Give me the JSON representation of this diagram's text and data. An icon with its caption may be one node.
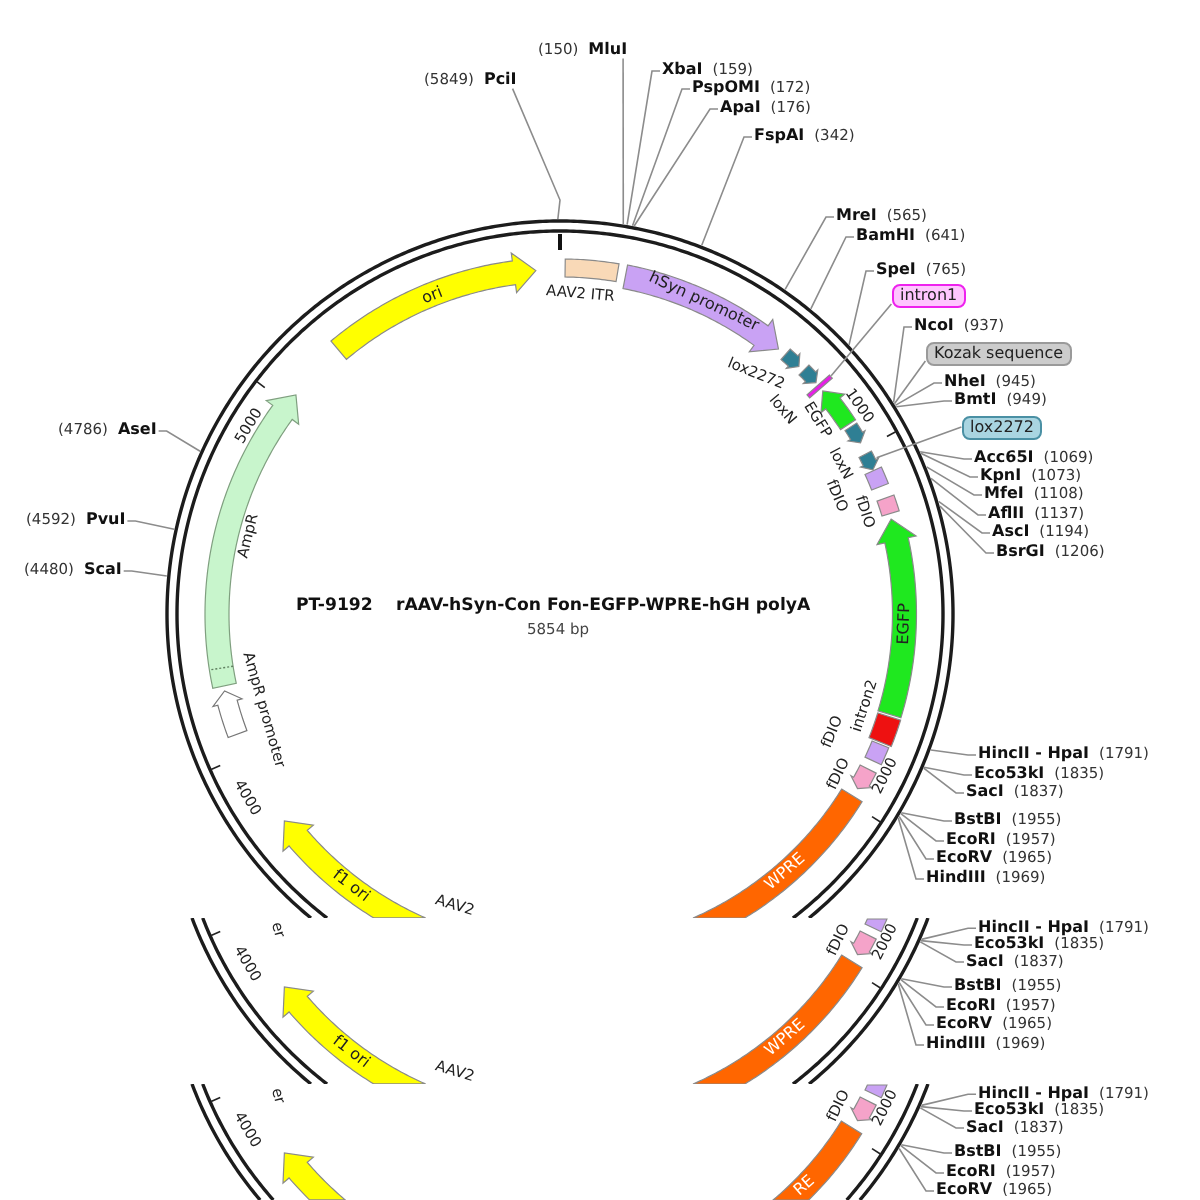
{
  "diagram": {
    "nodes": [
      {
        "text": [
          "ori"
        ]
      },
      {
        "text": [],
        "shape": "box",
        "beside": [
          "AAV2 ITR"
        ]
      },
      {
        "text": [
          "hSyn promoter"
        ]
      },
      {
        "text": [],
        "shape": "arrow",
        "beside": [
          "lox2272"
        ]
      },
      {
        "text": [],
        "shape": "arrow",
        "beside": [
          "loxN"
        ]
      },
      {
        "text": [],
        "shape": "bar"
      },
      {
        "text": [],
        "shape": "arrow",
        "beside": [
          "EGFP"
        ]
      },
      {
        "text": [],
        "shape": "arrow",
        "beside": [
          "loxN"
        ]
      },
      {
        "text": [],
        "shape": "arrow"
      },
      {
        "text": [],
        "shape": "box",
        "beside": [
          "fDIO"
        ]
      },
      {
        "text": [],
        "shape": "box",
        "beside": [
          "fDIO"
        ]
      },
      {
        "text": [
          "EGFP"
        ]
      },
      {
        "text": [],
        "shape": "box",
        "beside": [
          "intron2"
        ]
      },
      {
        "text": [],
        "shape": "box",
        "beside": [
          "fDIO"
        ]
      },
      {
        "text": [],
        "shape": "arrow",
        "beside": [
          "fDIO"
        ]
      },
      {
        "text": [
          "WPRE"
        ]
      },
      {
        "text": [
          "f1 ori"
        ]
      },
      {
        "text": [],
        "shape": "arrow",
        "beside": [
          "AmpR promoter"
        ]
      },
      {
        "text": [],
        "shape": "arrow",
        "beside": [
          "AmpR"
        ]
      },
      {
        "text": [
          "intron1"
        ]
      },
      {
        "text": [
          "Kozak sequence"
        ]
      },
      {
        "text": [
          "lox2272"
        ]
      },
      {
        "text": [
          "(5849)",
          "PciI"
        ]
      },
      {
        "text": [
          "(150)",
          "MluI"
        ]
      },
      {
        "text": [
          "XbaI",
          "(159)"
        ]
      },
      {
        "text": [
          "PspOMI",
          "(172)"
        ]
      },
      {
        "text": [
          "ApaI",
          "(176)"
        ]
      },
      {
        "text": [
          "FspAI",
          "(342)"
        ]
      },
      {
        "text": [
          "MreI",
          "(565)"
        ]
      },
      {
        "text": [
          "BamHI",
          "(641)"
        ]
      },
      {
        "text": [
          "SpeI",
          "(765)"
        ]
      },
      {
        "text": [
          "NcoI",
          "(937)"
        ]
      },
      {
        "text": [
          "NheI",
          "(945)"
        ]
      },
      {
        "text": [
          "BmtI",
          "(949)"
        ]
      },
      {
        "text": [
          "Acc65I",
          "(1069)"
        ]
      },
      {
        "text": [
          "KpnI",
          "(1073)"
        ]
      },
      {
        "text": [
          "MfeI",
          "(1108)"
        ]
      },
      {
        "text": [
          "AflII",
          "(1137)"
        ]
      },
      {
        "text": [
          "AscI",
          "(1194)"
        ]
      },
      {
        "text": [
          "BsrGI",
          "(1206)"
        ]
      },
      {
        "text": [
          "HincII - HpaI",
          "(1791)"
        ]
      },
      {
        "text": [
          "Eco53kI",
          "(1835)"
        ]
      },
      {
        "text": [
          "SacI",
          "(1837)"
        ]
      },
      {
        "text": [
          "BstBI",
          "(1955)"
        ]
      },
      {
        "text": [
          "EcoRI",
          "(1957)"
        ]
      },
      {
        "text": [
          "EcoRV",
          "(1965)"
        ]
      },
      {
        "text": [
          "HindIII",
          "(1969)"
        ]
      },
      {
        "text": [
          "(4786)",
          "AseI"
        ]
      },
      {
        "text": [
          "(4592)",
          "PvuI"
        ]
      },
      {
        "text": [
          "(4480)",
          "ScaI"
        ]
      },
      {
        "text": [
          "HincII - HpaI",
          "(1791)"
        ]
      },
      {
        "text": [
          "Eco53kI",
          "(1835)"
        ]
      },
      {
        "text": [
          "SacI",
          "(1837)"
        ]
      },
      {
        "text": [
          "BstBI",
          "(1955)"
        ]
      },
      {
        "text": [
          "EcoRI",
          "(1957)"
        ]
      },
      {
        "text": [
          "EcoRV",
          "(1965)"
        ]
      },
      {
        "text": [
          "HindIII",
          "(1969)"
        ]
      },
      {
        "text": [],
        "shape": "box"
      },
      {
        "text": [],
        "shape": "arrow",
        "beside": [
          "fDIO"
        ]
      },
      {
        "text": [
          "WPRE"
        ]
      },
      {
        "text": [
          "f1 ori"
        ]
      },
      {
        "text": [
          "HincII - HpaI",
          "(1791)"
        ]
      },
      {
        "text": [
          "Eco53kI",
          "(1835)"
        ]
      },
      {
        "text": [
          "SacI",
          "(1837)"
        ]
      },
      {
        "text": [
          "BstBI",
          "(1955)"
        ]
      },
      {
        "text": [
          "EcoRI",
          "(1957)"
        ]
      },
      {
        "text": [
          "EcoRV",
          "(1965)"
        ]
      },
      {
        "text": [],
        "shape": "box"
      },
      {
        "text": [],
        "shape": "arrow",
        "beside": [
          "fDIO"
        ]
      },
      {
        "text": [
          "RE"
        ]
      },
      {
        "text": [],
        "shape": "arrow"
      }
    ],
    "edges": [
      {
        "from": 22,
        "to": null,
        "arrow": "none"
      },
      {
        "from": 23,
        "to": null,
        "arrow": "none"
      },
      {
        "from": 24,
        "to": null,
        "arrow": "none"
      },
      {
        "from": 25,
        "to": null,
        "arrow": "none"
      },
      {
        "from": 26,
        "to": null,
        "arrow": "none"
      },
      {
        "from": 27,
        "to": null,
        "arrow": "none"
      },
      {
        "from": 28,
        "to": null,
        "arrow": "none"
      },
      {
        "from": 29,
        "to": null,
        "arrow": "none"
      },
      {
        "from": 30,
        "to": null,
        "arrow": "none"
      },
      {
        "from": 31,
        "to": null,
        "arrow": "none"
      },
      {
        "from": 32,
        "to": null,
        "arrow": "none"
      },
      {
        "from": 33,
        "to": null,
        "arrow": "none"
      },
      {
        "from": 34,
        "to": null,
        "arrow": "none"
      },
      {
        "from": 35,
        "to": null,
        "arrow": "none"
      },
      {
        "from": 36,
        "to": null,
        "arrow": "none"
      },
      {
        "from": 37,
        "to": null,
        "arrow": "none"
      },
      {
        "from": 38,
        "to": null,
        "arrow": "none"
      },
      {
        "from": 39,
        "to": null,
        "arrow": "none"
      },
      {
        "from": 40,
        "to": null,
        "arrow": "none"
      },
      {
        "from": 41,
        "to": null,
        "arrow": "none"
      },
      {
        "from": 42,
        "to": null,
        "arrow": "none"
      },
      {
        "from": 43,
        "to": null,
        "arrow": "none"
      },
      {
        "from": 44,
        "to": null,
        "arrow": "none"
      },
      {
        "from": 45,
        "to": null,
        "arrow": "none"
      },
      {
        "from": 46,
        "to": null,
        "arrow": "none"
      },
      {
        "from": 47,
        "to": null,
        "arrow": "none"
      },
      {
        "from": 48,
        "to": null,
        "arrow": "none"
      },
      {
        "from": 49,
        "to": null,
        "arrow": "none"
      },
      {
        "from": 19,
        "to": 5,
        "arrow": "none"
      },
      {
        "from": 20,
        "to": null,
        "arrow": "none"
      },
      {
        "from": 21,
        "to": 8,
        "arrow": "none"
      },
      {
        "from": 50,
        "to": null,
        "arrow": "none"
      },
      {
        "from": 51,
        "to": null,
        "arrow": "none"
      },
      {
        "from": 52,
        "to": null,
        "arrow": "none"
      },
      {
        "from": 53,
        "to": null,
        "arrow": "none"
      },
      {
        "from": 54,
        "to": null,
        "arrow": "none"
      },
      {
        "from": 55,
        "to": null,
        "arrow": "none"
      },
      {
        "from": 56,
        "to": null,
        "arrow": "none"
      },
      {
        "from": 61,
        "to": null,
        "arrow": "none"
      },
      {
        "from": 62,
        "to": null,
        "arrow": "none"
      },
      {
        "from": 63,
        "to": null,
        "arrow": "none"
      },
      {
        "from": 64,
        "to": null,
        "arrow": "none"
      },
      {
        "from": 65,
        "to": null,
        "arrow": "none"
      },
      {
        "from": 66,
        "to": null,
        "arrow": "none"
      }
    ],
    "labels": [
      "5000",
      "1000",
      "PT-9192",
      "rAAV-hSyn-Con Fon-EGFP-WPRE-hGH polyA",
      "5854 bp",
      "4000",
      "2000",
      "AAV2",
      "er",
      "4000",
      "2000",
      "AAV2",
      "er",
      "4000",
      "2000"
    ]
  }
}
